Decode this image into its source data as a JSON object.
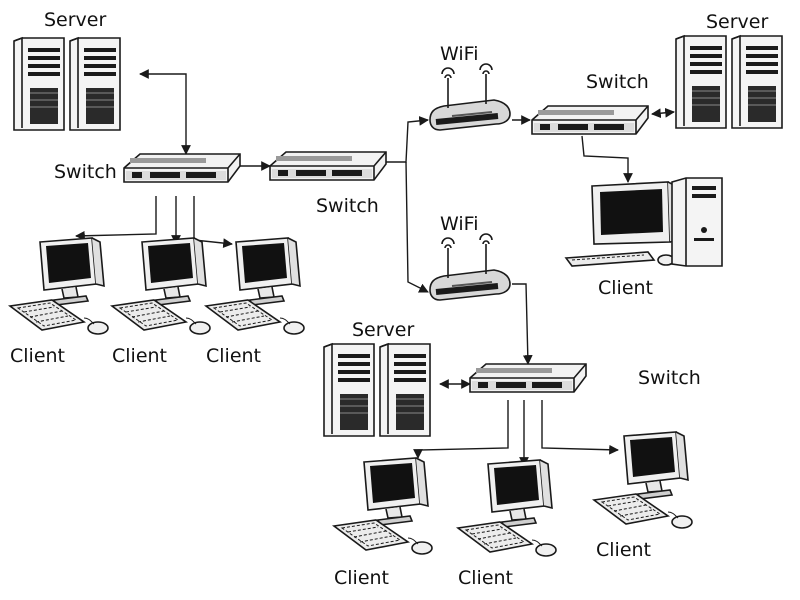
{
  "diagram": {
    "labels": {
      "server_top_left": "Server",
      "server_top_right": "Server",
      "server_bottom": "Server",
      "switch_left": "Switch",
      "switch_middle": "Switch",
      "switch_top_right": "Switch",
      "switch_bottom": "Switch",
      "wifi_top": "WiFi",
      "wifi_bottom": "WiFi",
      "client_left_1": "Client",
      "client_left_2": "Client",
      "client_left_3": "Client",
      "client_right": "Client",
      "client_bottom_1": "Client",
      "client_bottom_2": "Client",
      "client_bottom_3": "Client"
    }
  }
}
